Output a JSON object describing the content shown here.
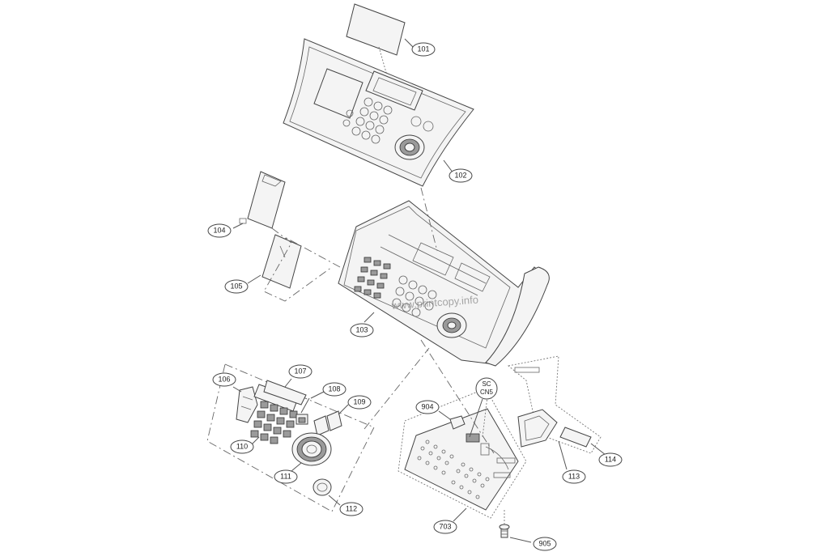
{
  "callouts": {
    "p101": "101",
    "p102": "102",
    "p103": "103",
    "p104": "104",
    "p105": "105",
    "p106": "106",
    "p107": "107",
    "p108": "108",
    "p109": "109",
    "p110": "110",
    "p111": "111",
    "p112": "112",
    "p113": "113",
    "p114": "114",
    "p703": "703",
    "p904": "904",
    "p905": "905"
  },
  "connector_ref": {
    "line1": "SC",
    "line2": "CN5"
  },
  "watermark": "www.printcopy.info"
}
